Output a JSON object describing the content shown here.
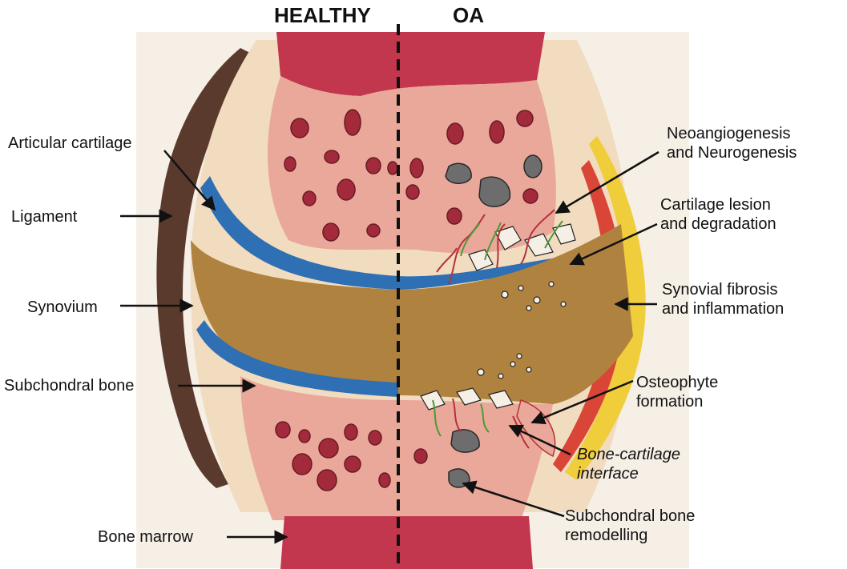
{
  "header": {
    "healthy": "HEALTHY",
    "oa": "OA"
  },
  "labels": {
    "articular_cartilage": "Articular cartilage",
    "ligament": "Ligament",
    "synovium": "Synovium",
    "subchondral_bone": "Subchondral bone",
    "bone_marrow": "Bone marrow",
    "neoangiogenesis": [
      "Neoangiogenesis",
      "and Neurogenesis"
    ],
    "cartilage_lesion": [
      "Cartilage lesion",
      "and degradation"
    ],
    "synovial_fibrosis": [
      "Synovial fibrosis",
      "and inflammation"
    ],
    "osteophyte": [
      "Osteophyte",
      "formation"
    ],
    "bone_cartilage_interface": [
      "Bone-cartilage",
      "interface"
    ],
    "subchondral_remodelling": [
      "Subchondral bone",
      "remodelling"
    ]
  },
  "colors": {
    "bone": "#e9a89a",
    "bone_spots": "#a32a3a",
    "marrow": "#c2364e",
    "cartilage": "#f1dcc0",
    "synovial_fluid": "#b0823f",
    "cartilage_blue": "#2f6fb3",
    "ligament": "#5a3a2c",
    "inflammation_red": "#d94536",
    "fibrosis_yellow": "#f0cd3a",
    "vessels_red": "#b5323a",
    "nerves_green": "#4c9a3a"
  }
}
